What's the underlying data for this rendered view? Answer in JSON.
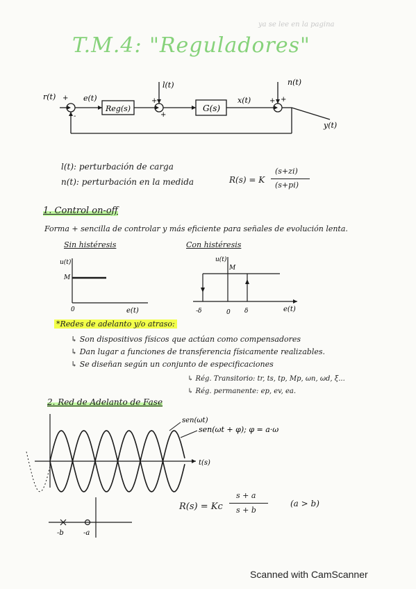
{
  "header": {
    "title": "T.M.4: \"Reguladores\"",
    "top_note": "ya se lee en la pagina"
  },
  "block_diagram": {
    "input": "r(t)",
    "error": "e(t)",
    "controller": "Reg(s)",
    "disturbance": "l(t)",
    "plant": "G(s)",
    "plant_out": "x(t)",
    "noise": "n(t)",
    "output": "y(t)",
    "plus": "+",
    "minus": "-"
  },
  "definitions": {
    "l_def": "l(t): perturbación de carga",
    "n_def": "n(t): perturbación en la medida",
    "R_formula_lhs": "R(s) = K",
    "R_num": "(s+zi)",
    "R_den": "(s+pi)"
  },
  "section1": {
    "heading": "1. Control on-off",
    "description": "Forma + sencilla de controlar y más eficiente para señales de evolución lenta.",
    "left_title": "Sin histéresis",
    "right_title": "Con histéresis",
    "y_label": "u(t)",
    "x_label": "e(t)",
    "M_label": "M",
    "zero_label": "0",
    "neg_delta": "-δ",
    "pos_delta": "δ"
  },
  "redes": {
    "heading": "*Redes de adelanto y/o atraso:",
    "items": [
      "↳ Son dispositivos físicos que actúan como compensadores",
      "↳ Dan lugar a funciones de transferencia físicamente realizables.",
      "↳ Se diseñan según un conjunto de especificaciones"
    ],
    "spec_transitorio": "↳ Rég. Transitorio: tr, ts, tp, Mp, ωn, ωd, ξ...",
    "spec_permanente": "↳ Rég. permanente: ep, ev, ea."
  },
  "section2": {
    "heading": "2. Red de Adelanto de Fase",
    "sin_label": "sen(ωt)",
    "sin_shift_label": "sen(ωt + φ); φ = a·ω",
    "t_label": "t(s)",
    "R_lhs": "R(s) = Kc",
    "R_num": "s + a",
    "R_den": "s + b",
    "condition": "(a > b)",
    "pole_label": "-b",
    "zero_label": "-a"
  },
  "footer": {
    "watermark": "Scanned with CamScanner"
  }
}
